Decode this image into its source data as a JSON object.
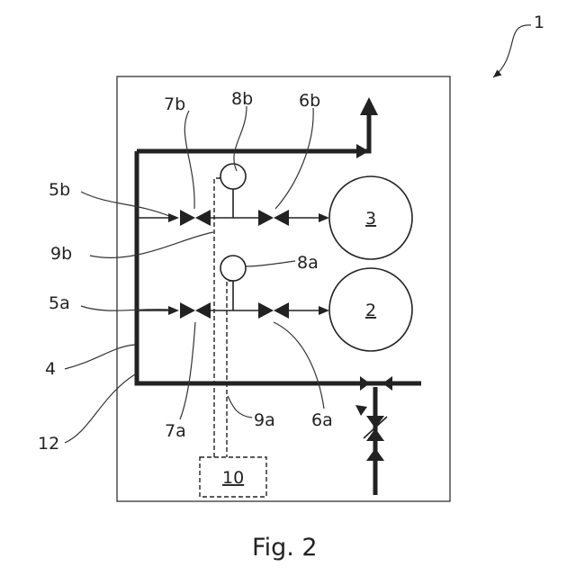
{
  "figure": {
    "reference_number": "1",
    "caption": "Fig. 2",
    "labels": {
      "tank_3": "3",
      "tank_2": "2",
      "box_10": "10",
      "l_7b": "7b",
      "l_8b": "8b",
      "l_6b": "6b",
      "l_5b": "5b",
      "l_9b": "9b",
      "l_8a": "8a",
      "l_5a": "5a",
      "l_4": "4",
      "l_12": "12",
      "l_7a": "7a",
      "l_9a": "9a",
      "l_6a": "6a"
    }
  }
}
